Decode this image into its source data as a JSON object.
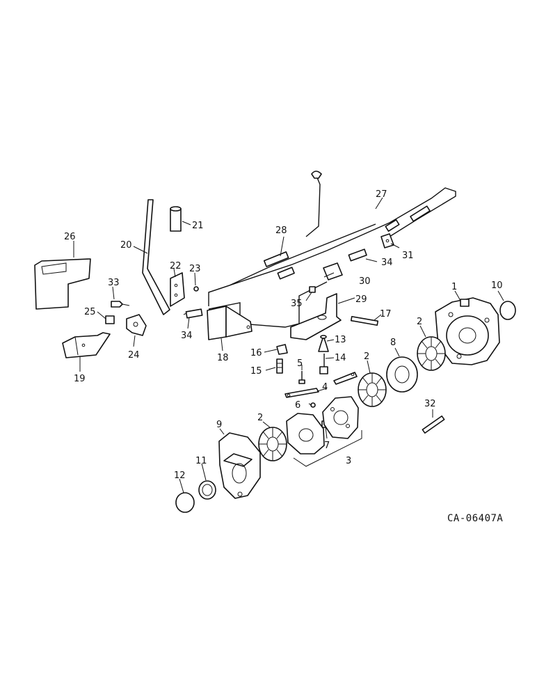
{
  "labels": {
    "p1": "1",
    "p2a": "2",
    "p2b": "2",
    "p2c": "2",
    "p3": "3",
    "p4": "4",
    "p5": "5",
    "p6": "6",
    "p7": "7",
    "p8": "8",
    "p9": "9",
    "p10": "10",
    "p11": "11",
    "p12": "12",
    "p13": "13",
    "p14": "14",
    "p15": "15",
    "p16": "16",
    "p17": "17",
    "p18": "18",
    "p19": "19",
    "p20": "20",
    "p21": "21",
    "p22": "22",
    "p23": "23",
    "p24": "24",
    "p25": "25",
    "p26": "26",
    "p27": "27",
    "p28": "28",
    "p29": "29",
    "p30": "30",
    "p31": "31",
    "p32": "32",
    "p33": "33",
    "p34a": "34",
    "p34b": "34",
    "p35": "35"
  },
  "drawing_code": "CA-06407A"
}
